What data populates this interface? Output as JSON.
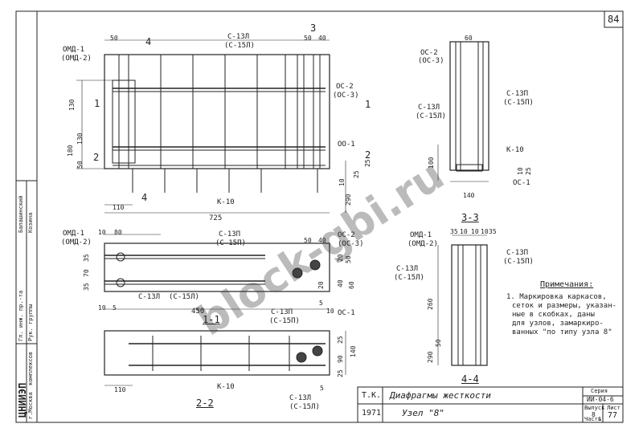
{
  "page_number": "84",
  "watermark": "block-gbi.ru",
  "colors": {
    "ink": "#222222",
    "paper": "#ffffff",
    "watermark": "#5a5a5a"
  },
  "view_main": {
    "labels": [
      "ОМД-1",
      "(ОМД-2)",
      "С-13Л",
      "(С-15Л)",
      "ОС-2",
      "(ОС-3)",
      "ОО-1",
      "К-10"
    ],
    "dims": [
      "50",
      "50",
      "40",
      "130",
      "130",
      "180",
      "50",
      "25",
      "25",
      "10",
      "290",
      "110",
      "725"
    ],
    "cuts": [
      "4",
      "3",
      "1",
      "2",
      "4",
      "1",
      "2"
    ]
  },
  "section_3_3": {
    "title": "3-3",
    "labels": [
      "ОС-2",
      "(ОС-3)",
      "С-13Л",
      "(С-15Л)",
      "С-13П",
      "(С-15П)",
      "К-10",
      "ОС-1"
    ],
    "dims": [
      "60",
      "100",
      "10",
      "25",
      "140"
    ]
  },
  "section_1_1": {
    "title": "1-1",
    "labels": [
      "ОМД-1",
      "(ОМД-2)",
      "С-13П",
      "(С-15П)",
      "ОС-2",
      "(ОС-3)",
      "С-13Л",
      "(С-15Л)"
    ],
    "dims": [
      "10",
      "80",
      "50",
      "40",
      "35",
      "70",
      "35",
      "20",
      "50",
      "40",
      "60",
      "20",
      "450",
      "10",
      "5",
      "5",
      "10"
    ]
  },
  "section_4_4": {
    "title": "4-4",
    "labels": [
      "ОМД-1",
      "(ОМД-2)",
      "С-13Л",
      "(С-15Л)",
      "С-13П",
      "(С-15П)"
    ],
    "dims": [
      "35",
      "10",
      "10",
      "10",
      "35",
      "260",
      "290",
      "50"
    ]
  },
  "section_2_2": {
    "title": "2-2",
    "labels": [
      "С-13П",
      "(С-15П)",
      "ОС-1",
      "К-10",
      "С-13Л",
      "(С-15Л)"
    ],
    "dims": [
      "25",
      "90",
      "140",
      "25",
      "5",
      "110"
    ]
  },
  "notes": {
    "title": "Примечания:",
    "lines": [
      "1. Маркировка каркасов,",
      "сеток и размеры, указан-",
      "ные в скобках, даны",
      "для узлов, замаркиро-",
      "ванных \"по типу узла 8\""
    ]
  },
  "left_strip": {
    "logo": "ЦНИИЭП",
    "org": "комплексов",
    "city": "г.Москва",
    "rows": [
      "Гл. инж. пр.-та",
      "Рук. группы"
    ],
    "names": [
      "Балашинский",
      "Козина"
    ]
  },
  "title_block": {
    "code": "Т.К.",
    "year": "1971",
    "title": "Диафрагмы жесткости",
    "subtitle": "Узел \"8\"",
    "series_label": "Серия",
    "series": "ИИ-04-6",
    "issue_label": "Выпуск",
    "issue": "8",
    "sheet_label": "Лист",
    "sheet": "77",
    "part_label": "Часть",
    "part": "1"
  }
}
